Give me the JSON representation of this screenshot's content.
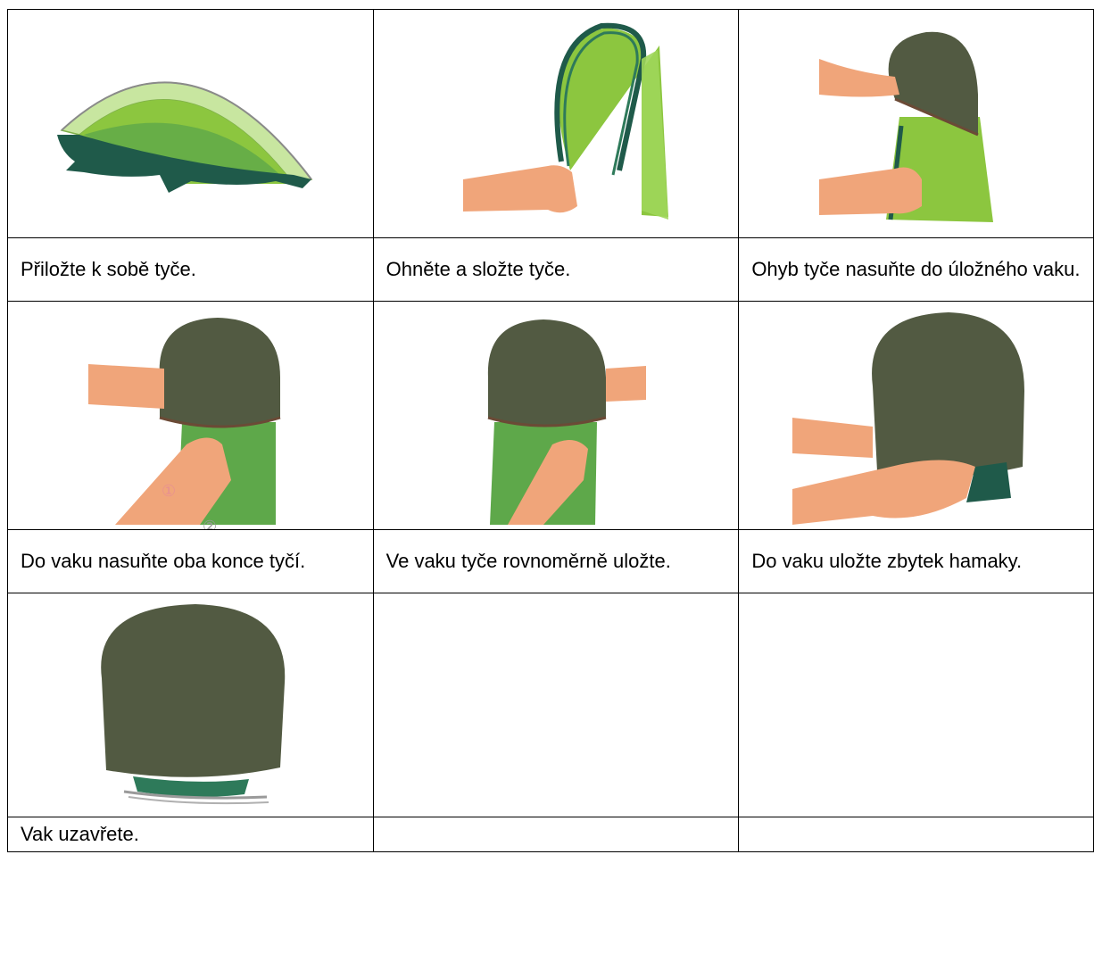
{
  "steps": [
    {
      "caption": "Přiložte k sobě tyče.",
      "icon": "hammock-with-poles-illustration"
    },
    {
      "caption": "Ohněte a složte tyče.",
      "icon": "bend-poles-illustration"
    },
    {
      "caption": "Ohyb tyče nasuňte do úložného vaku.",
      "icon": "insert-bend-into-bag-illustration"
    },
    {
      "caption": "Do vaku nasuňte oba konce tyčí.",
      "icon": "insert-pole-ends-illustration",
      "markers": [
        "①",
        "②"
      ]
    },
    {
      "caption": "Ve vaku tyče rovnoměrně uložte.",
      "icon": "arrange-poles-illustration"
    },
    {
      "caption": "Do vaku uložte zbytek hamaky.",
      "icon": "stuff-hammock-illustration"
    },
    {
      "caption": "Vak uzavřete.",
      "icon": "closed-bag-illustration"
    }
  ],
  "colors": {
    "bag": "#525a42",
    "mesh": "#8cc63f",
    "mesh_light": "#c8e6a0",
    "fabric": "#1f5a4a",
    "skin": "#f0a57a",
    "border": "#000000"
  }
}
